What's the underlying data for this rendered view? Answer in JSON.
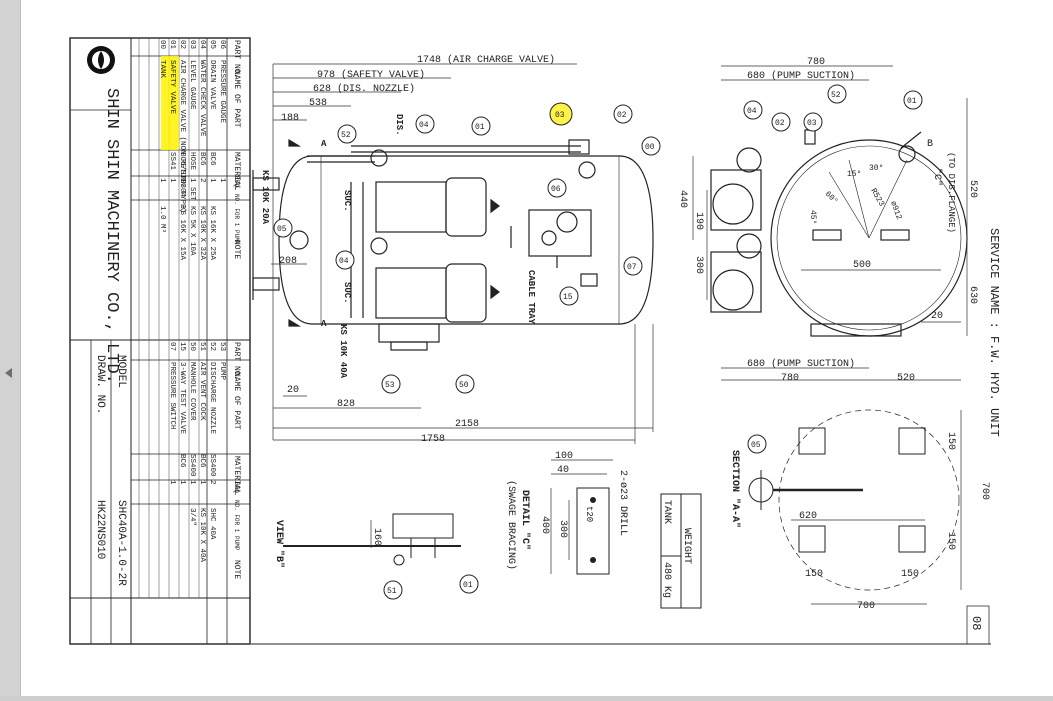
{
  "window": {
    "scroll_left_glyph": "◀"
  },
  "title_block": {
    "company": "SHIN SHIN MACHINERY CO., LTD.",
    "model_label": "MODEL",
    "model_value": "SHC40A-1.0-2R",
    "drawno_label": "DRAW. NO.",
    "drawno_value": "HK22NS010"
  },
  "parts_header": {
    "part_no": "PART NO.",
    "name": "NAME OF PART",
    "material": "MATERIAL",
    "req": "REQ. NO. FOR 1 PUMP",
    "note": "NOTE"
  },
  "parts_left": [
    {
      "no": "06",
      "name": "PRESSURE GAUGE",
      "mat": "",
      "qty": "1",
      "note": ""
    },
    {
      "no": "05",
      "name": "DRAIN VALVE",
      "mat": "BC6",
      "qty": "1",
      "note": "KS 16K X 25A"
    },
    {
      "no": "04",
      "name": "WATER CHECK VALVE",
      "mat": "BC6",
      "qty": "2",
      "note": "KS 10K X 32A"
    },
    {
      "no": "03",
      "name": "LEVEL GAUGE",
      "mat": "HOSE",
      "qty": "1 SET",
      "note": "KS 5K X 10A"
    },
    {
      "no": "02",
      "name": "AIR CHARGE VALVE (NON RETURN TYPE)",
      "mat": "BC6/STS304",
      "qty": "1",
      "note": "KS 16K X 15A"
    },
    {
      "no": "01",
      "name": "SAFETY VALVE",
      "mat": "SS41",
      "qty": "1",
      "note": ""
    },
    {
      "no": "00",
      "name": "TANK",
      "mat": "",
      "qty": "1",
      "note": "1.0 M³"
    }
  ],
  "parts_right": [
    {
      "no": "53",
      "name": "PUMP",
      "mat": "",
      "qty": "",
      "note": ""
    },
    {
      "no": "52",
      "name": "DISCHARGE NOZZLE",
      "mat": "SS400",
      "qty": "2",
      "note": "SHC 40A"
    },
    {
      "no": "51",
      "name": "AIR VENT COCK",
      "mat": "BC6",
      "qty": "1",
      "note": "KS 10K X 40A"
    },
    {
      "no": "50",
      "name": "MANHOLE COVER",
      "mat": "SS400",
      "qty": "1",
      "note": "3/4\""
    },
    {
      "no": "15",
      "name": "3-WAY TEST VALVE",
      "mat": "BC6",
      "qty": "1",
      "note": ""
    },
    {
      "no": "07",
      "name": "PRESSURE SWITCH",
      "mat": "",
      "qty": "1",
      "note": ""
    }
  ],
  "drawing_labels": {
    "service": "SERVICE NAME : F.W. HYD. UNIT",
    "page_no": "08",
    "weight_title": "WEIGHT",
    "weight_tank": "TANK",
    "weight_value": "480 Kg",
    "section_aa": "SECTION \"A-A\"",
    "detail_c": "DETAIL \"C\"",
    "detail_c_sub": "(SWAGE BRACING)",
    "view_b": "VIEW \"B\"",
    "cable_tray": "CABLE TRAY",
    "dis": "DIS.",
    "suc": "SUC.",
    "ks20": "KS 10K 20A",
    "ks40": "KS 10K 40A",
    "to_dis_flange": "(TO DIS.FLANGE)",
    "drill": "2-ø23 DRILL",
    "plate": "t20",
    "b_label": "B",
    "c_label": "\"C\"",
    "a_label": "A"
  },
  "dimensions": {
    "air_charge": "1748 (AIR CHARGE VALVE)",
    "safety": "978 (SAFETY VALVE)",
    "dis_nozzle": "628 (DIS. NOZZLE)",
    "d538": "538",
    "d188": "188",
    "d208": "208",
    "d20a": "20",
    "d828": "828",
    "d2158": "2158",
    "d1758": "1758",
    "d780a": "780",
    "pump_suction": "680 (PUMP SUCTION)",
    "d440": "440",
    "d190": "190",
    "d300": "300",
    "d500": "500",
    "d520v": "520",
    "d630": "630",
    "d20b": "20",
    "d780b": "780",
    "d520h": "520",
    "d150a": "150",
    "d150b": "150",
    "d150c": "150",
    "d150d": "150",
    "d700v": "700",
    "d700h": "700",
    "d620": "620",
    "d100": "100",
    "d40": "40",
    "d400": "400",
    "d300b": "300",
    "d160": "160",
    "d45": "45°",
    "d30": "30°",
    "d15": "15°",
    "d60": "60°",
    "d912": "ø912",
    "dR523": "R523"
  },
  "balloons": {
    "b01": "01",
    "b02": "02",
    "b03": "03",
    "b00": "00",
    "b04": "04",
    "b52": "52",
    "b06": "06",
    "b07": "07",
    "b15": "15",
    "b05": "05",
    "b04b": "04",
    "b53": "53",
    "b50": "50",
    "s04": "04",
    "s02": "02",
    "s03": "03",
    "s52": "52",
    "s01": "01",
    "s05": "05",
    "v51": "51",
    "v01": "01"
  }
}
